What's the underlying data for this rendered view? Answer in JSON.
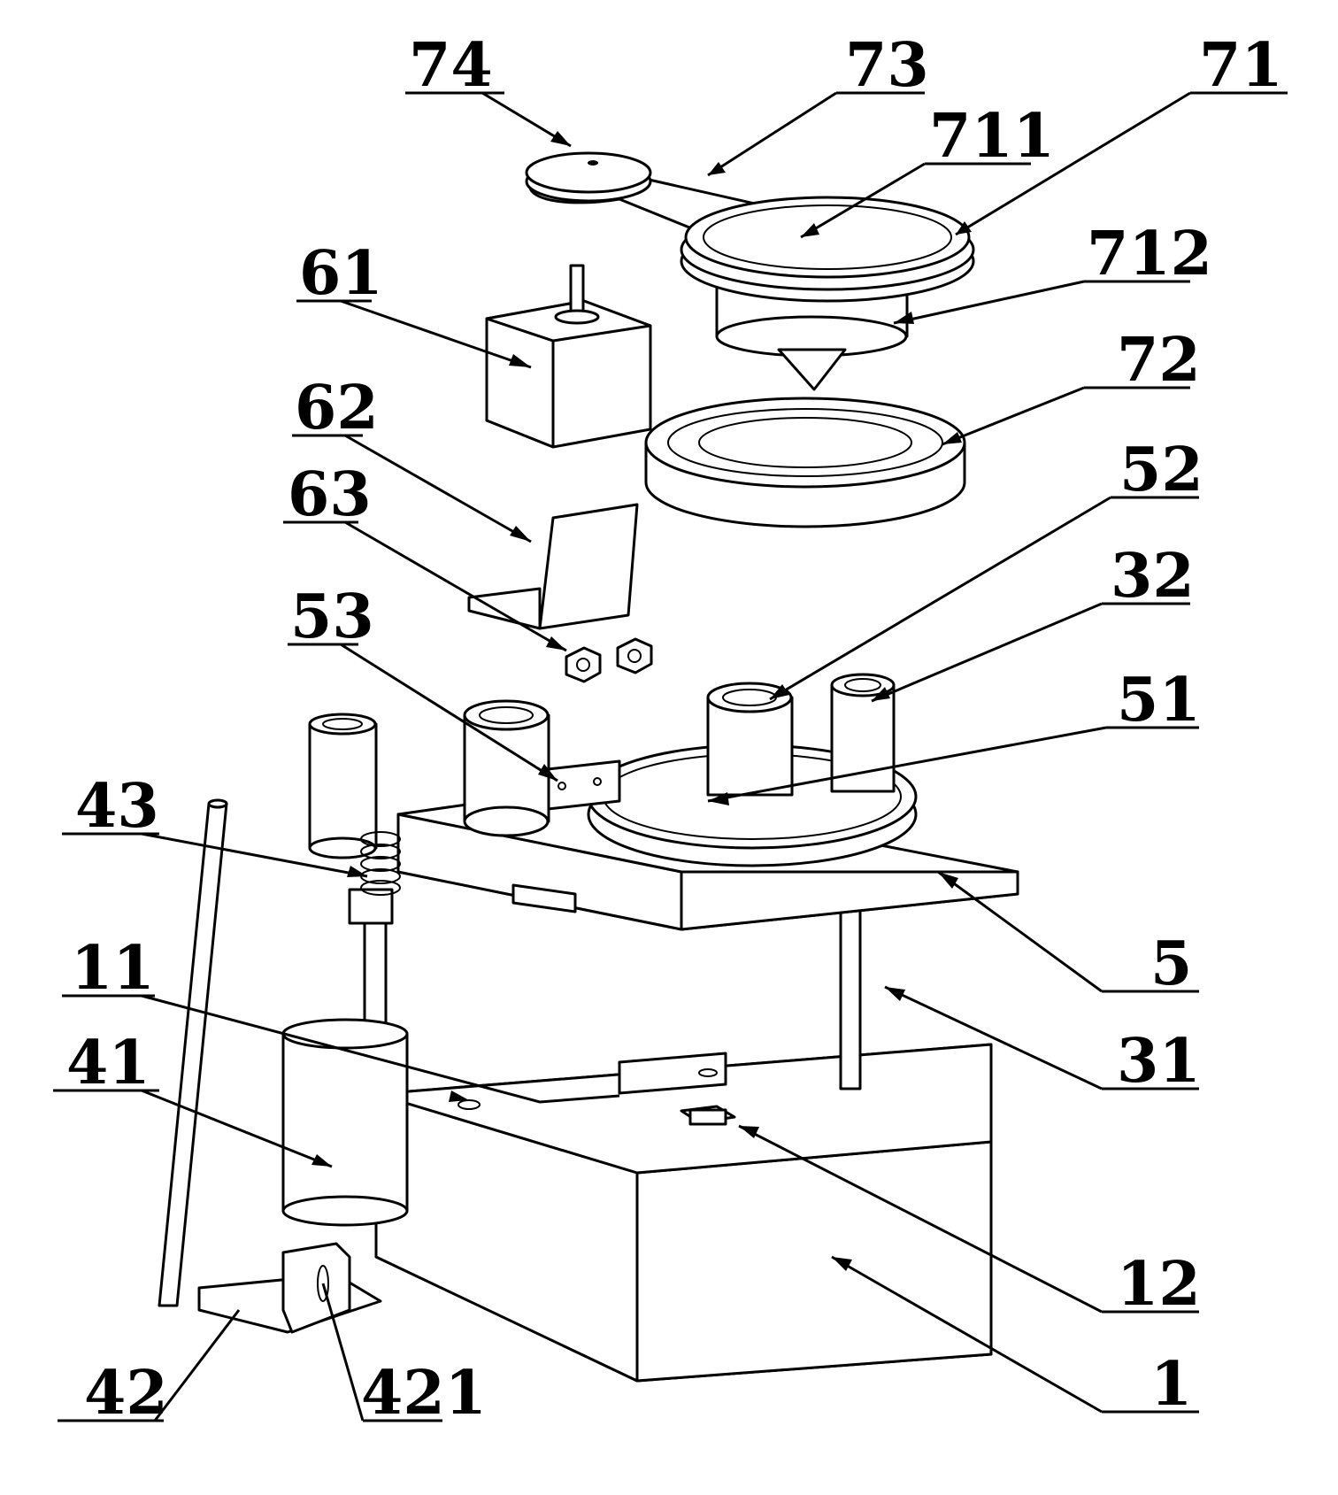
{
  "figure": {
    "labels": {
      "l74": "74",
      "l73": "73",
      "l71": "71",
      "l711": "711",
      "l712": "712",
      "l61": "61",
      "l72": "72",
      "l62": "62",
      "l63": "63",
      "l52": "52",
      "l32": "32",
      "l53": "53",
      "l51": "51",
      "l43": "43",
      "l5": "5",
      "l11": "11",
      "l41": "41",
      "l31": "31",
      "l12": "12",
      "l42": "42",
      "l421": "421",
      "l1": "1"
    }
  }
}
